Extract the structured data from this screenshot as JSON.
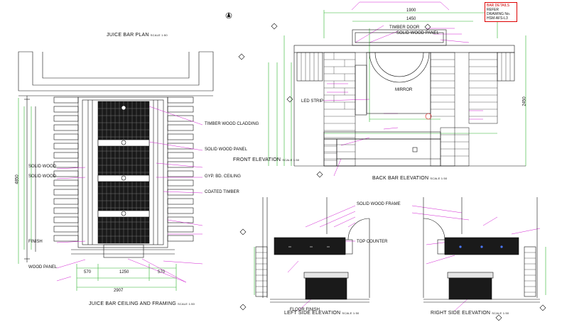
{
  "titles": {
    "juice_bar_plan": "JUICE BAR PLAN",
    "juice_bar_plan_scale": "SCALE 1:50",
    "ceiling_framing": "JUICE BAR CEILING AND FRAMING",
    "ceiling_framing_scale": "SCALE 1:50",
    "front_elevation": "FRONT ELEVATION",
    "front_elevation_scale": "SCALE 1:50",
    "back_bar_elevation": "BACK BAR ELEVATION",
    "back_bar_elevation_scale": "SCALE 1:50",
    "left_side_elevation": "LEFT SIDE ELEVATION",
    "left_side_elevation_scale": "SCALE 1:50",
    "right_side_elevation": "RIGHT SIDE ELEVATION",
    "right_side_elevation_scale": "SCALE 1:50"
  },
  "refbox": {
    "line1": "BAR DETAILS",
    "line2": "REFER DRAWING No.",
    "line3": "HSM-AFS-L3"
  },
  "dimensions": {
    "plan_total_width": "2907",
    "plan_height": "4850",
    "plan_seg1": "570",
    "plan_seg2": "1250",
    "plan_seg3": "570",
    "back_top": "1900",
    "back_mid": "1450",
    "back_right": "2450"
  },
  "annotations": {
    "plan_right_1": "TIMBER WOOD CLADDING",
    "plan_right_2": "SOLID WOOD PANEL",
    "plan_right_3": "GYP. BD. CEILING",
    "plan_right_4": "COATED TIMBER",
    "plan_left_1": "SOLID WOOD",
    "plan_left_2": "SOLID WOOD",
    "plan_left_3": "FINISH",
    "plan_left_4": "WOOD PANEL",
    "back_note_1": "TIMBER DOOR",
    "back_note_2": "SOLID WOOD PANEL",
    "back_note_3": "MIRROR",
    "back_note_4": "LED STRIP",
    "side_note_1": "SOLID WOOD FRAME",
    "side_note_2": "TOP COUNTER",
    "side_note_3": "FLOOR FINISH"
  }
}
